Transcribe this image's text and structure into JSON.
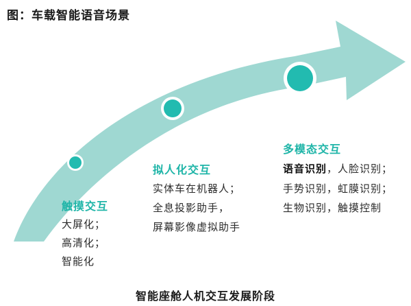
{
  "title": "图：车载智能语音场景",
  "caption": "智能座舱人机交互发展阶段",
  "colors": {
    "arrow": "#9fd8d2",
    "accent": "#1fb5a8",
    "dot_fill": "#22bbb0",
    "dot_ring": "#ffffff"
  },
  "stages": [
    {
      "title": "触摸交互",
      "lines": [
        "大屏化；",
        "高清化；",
        "智能化"
      ]
    },
    {
      "title": "拟人化交互",
      "lines": [
        "实体车在机器人；",
        "全息投影助手，",
        "屏幕影像虚拟助手"
      ]
    },
    {
      "title": "多模态交互",
      "line1_bold": "语音识别",
      "line1_rest": "，人脸识别；",
      "lines_rest": [
        "手势识别，虹膜识别；",
        "生物识别，触摸控制"
      ]
    }
  ]
}
